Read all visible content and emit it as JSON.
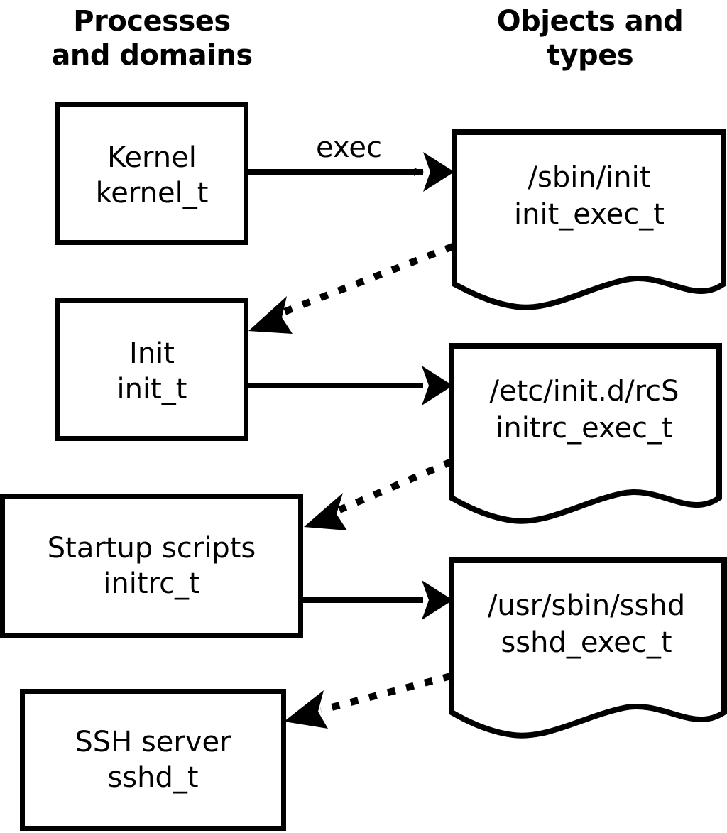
{
  "headers": {
    "left": "Processes\nand domains",
    "right": "Objects and\ntypes"
  },
  "processes": [
    {
      "name": "Kernel",
      "type": "kernel_t"
    },
    {
      "name": "Init",
      "type": "init_t"
    },
    {
      "name": "Startup scripts",
      "type": "initrc_t"
    },
    {
      "name": "SSH server",
      "type": "sshd_t"
    }
  ],
  "objects": [
    {
      "path": "/sbin/init",
      "type": "init_exec_t"
    },
    {
      "path": "/etc/init.d/rcS",
      "type": "initrc_exec_t"
    },
    {
      "path": "/usr/sbin/sshd",
      "type": "sshd_exec_t"
    }
  ],
  "edges": [
    {
      "label": "exec",
      "kind": "solid",
      "from": "Kernel",
      "to": "/sbin/init"
    },
    {
      "label": "",
      "kind": "dotted",
      "from": "/sbin/init",
      "to": "Init"
    },
    {
      "label": "",
      "kind": "solid",
      "from": "Init",
      "to": "/etc/init.d/rcS"
    },
    {
      "label": "",
      "kind": "dotted",
      "from": "/etc/init.d/rcS",
      "to": "Startup scripts"
    },
    {
      "label": "",
      "kind": "solid",
      "from": "Startup scripts",
      "to": "/usr/sbin/sshd"
    },
    {
      "label": "",
      "kind": "dotted",
      "from": "/usr/sbin/sshd",
      "to": "SSH server"
    }
  ],
  "style": {
    "stroke": "#000000",
    "background": "#ffffff"
  }
}
